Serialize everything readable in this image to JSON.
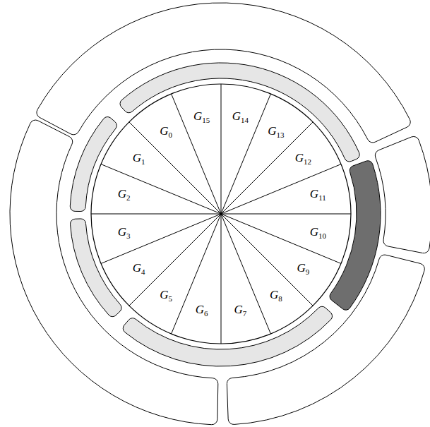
{
  "diagram": {
    "labels": [
      "G0",
      "G1",
      "G2",
      "G3",
      "G4",
      "G5",
      "G6",
      "G7",
      "G8",
      "G9",
      "G10",
      "G11",
      "G12",
      "G13",
      "G14",
      "G15"
    ]
  }
}
